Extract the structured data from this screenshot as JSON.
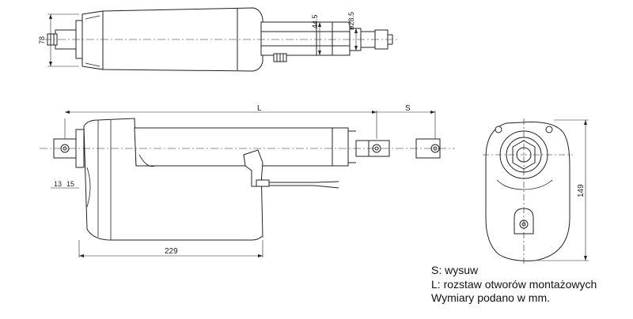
{
  "dimensions": {
    "top_height": "78",
    "stroke": "44.5",
    "rod_diameter": "ø28.5",
    "length_label": "L",
    "stroke_label": "S",
    "hole_offset_a": "13",
    "hole_offset_b": "15",
    "body_length": "229",
    "end_height": "149"
  },
  "legend": {
    "s_line": "S: wysuw",
    "l_line": "L: rozstaw otworów montażowych",
    "units_line": "Wymiary podano w mm."
  }
}
